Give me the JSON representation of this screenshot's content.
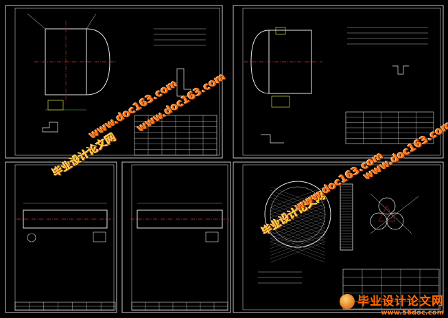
{
  "colors": {
    "background": "#000000",
    "frame": "#c8c8c8",
    "drawing_white": "#e8e8e8",
    "drawing_yellow": "#d8d840",
    "center_red": "#e03030",
    "dim_green": "#50c850",
    "watermark_orange": "#ff7b2b"
  },
  "watermarks": {
    "site_1": "www.doc163.com",
    "name_1": "毕业设计论文网",
    "site_2": "www.doc163.com",
    "name_2": "毕业设计论文网",
    "site_3": "www.doc163.com",
    "name_3": "毕业设计论文网"
  },
  "footer": {
    "brand_name": "毕业设计论文网",
    "brand_url": "www.56doc.com"
  },
  "sheets": [
    {
      "id": "sheet-1",
      "title": "技术要求"
    },
    {
      "id": "sheet-2",
      "title": "技术要求"
    },
    {
      "id": "sheet-3",
      "title": ""
    },
    {
      "id": "sheet-4",
      "title": ""
    },
    {
      "id": "sheet-5",
      "title": "技术要求"
    }
  ]
}
